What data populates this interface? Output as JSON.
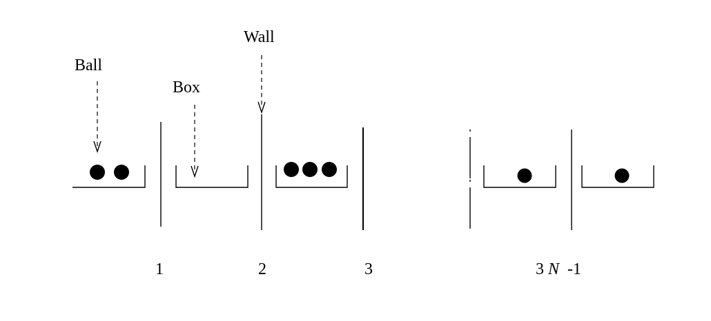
{
  "annotations": {
    "ball": "Ball",
    "box": "Box",
    "wall": "Wall"
  },
  "wall_labels": {
    "w1": "1",
    "w2": "2",
    "w3": "3",
    "w_last_prefix": "3",
    "w_last_var": "N",
    "w_last_suffix": "-1"
  },
  "boxes": [
    {
      "name": "box-1",
      "balls": 2
    },
    {
      "name": "box-2",
      "balls": 0
    },
    {
      "name": "box-3",
      "balls": 3
    },
    {
      "name": "box-last-minus-1",
      "balls": 1
    },
    {
      "name": "box-last",
      "balls": 1
    }
  ]
}
